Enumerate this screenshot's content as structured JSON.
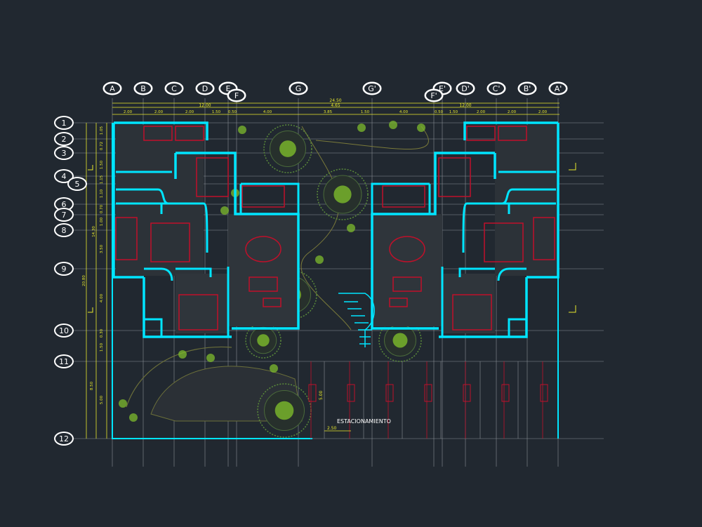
{
  "colors": {
    "background": "#212830",
    "grid": "#8a8f96",
    "wall": "#00e5ff",
    "dimension": "#e8e82c",
    "furniture": "#c0102a",
    "landscape": "#7dbb2c",
    "label": "#ffffff"
  },
  "axes_top": [
    {
      "id": "col-A",
      "label": "A"
    },
    {
      "id": "col-B",
      "label": "B"
    },
    {
      "id": "col-C",
      "label": "C"
    },
    {
      "id": "col-D",
      "label": "D"
    },
    {
      "id": "col-E",
      "label": "E"
    },
    {
      "id": "col-F",
      "label": "F"
    },
    {
      "id": "col-G",
      "label": "G"
    },
    {
      "id": "col-G2",
      "label": "G'"
    },
    {
      "id": "col-E2",
      "label": "E'"
    },
    {
      "id": "col-F2",
      "label": "F'"
    },
    {
      "id": "col-D2",
      "label": "D'"
    },
    {
      "id": "col-C2",
      "label": "C'"
    },
    {
      "id": "col-B2",
      "label": "B'"
    },
    {
      "id": "col-A2",
      "label": "A'"
    }
  ],
  "axes_left": [
    {
      "id": "row-1",
      "label": "1"
    },
    {
      "id": "row-2",
      "label": "2"
    },
    {
      "id": "row-3",
      "label": "3"
    },
    {
      "id": "row-4",
      "label": "4"
    },
    {
      "id": "row-5",
      "label": "5"
    },
    {
      "id": "row-6",
      "label": "6"
    },
    {
      "id": "row-7",
      "label": "7"
    },
    {
      "id": "row-8",
      "label": "8"
    },
    {
      "id": "row-9",
      "label": "9"
    },
    {
      "id": "row-10",
      "label": "10"
    },
    {
      "id": "row-11",
      "label": "11"
    },
    {
      "id": "row-12",
      "label": "12"
    }
  ],
  "dims_overall": [
    "24.50",
    "4.65"
  ],
  "dims_top_mid": [
    "12.00",
    "12.00"
  ],
  "dims_top": [
    "2.00",
    "2.00",
    "2.00",
    "1.50",
    "0.50",
    "4.00",
    "3.85",
    "1.50",
    "4.00",
    "0.50",
    "1.50",
    "2.00",
    "2.00",
    "2.00"
  ],
  "dims_left": [
    "1.05",
    "0.72",
    "1.50",
    "1.15",
    "1.10",
    "0.70",
    "1.00",
    "3.50",
    "4.00",
    "0.30",
    "1.50",
    "8.50",
    "20.80",
    "14.30",
    "5.00"
  ],
  "parking": {
    "label": "ESTACIONAMIENTO",
    "dim_depth": "5.00",
    "dim_width": "2.50"
  }
}
